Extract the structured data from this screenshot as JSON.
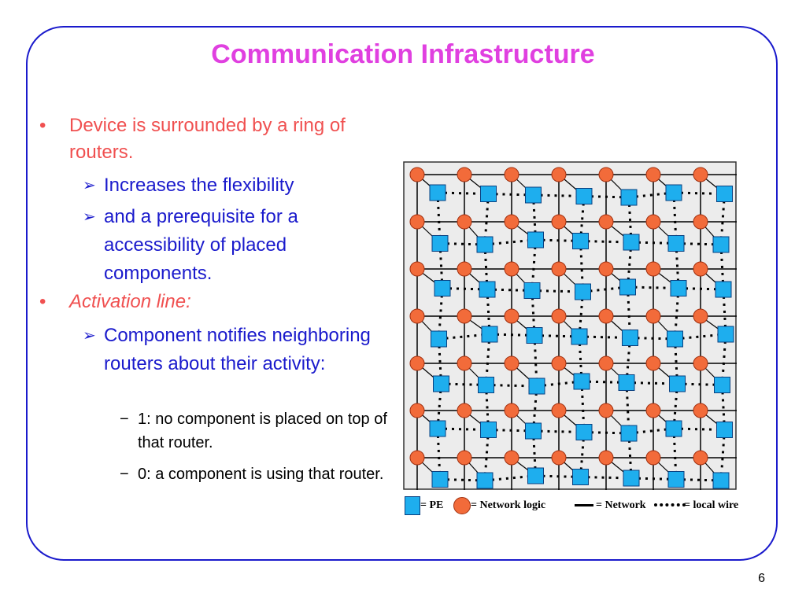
{
  "slide": {
    "title": "Communication Infrastructure",
    "page_number": "6",
    "bullets": [
      {
        "level": 1,
        "marker": "•",
        "text": "Device is surrounded by a ring of routers.",
        "italic": false
      },
      {
        "level": 2,
        "marker": "➢",
        "text": "Increases the flexibility"
      },
      {
        "level": 2,
        "marker": "➢",
        "text": "and a prerequisite for a accessibility of placed components."
      },
      {
        "level": 1,
        "marker": "•",
        "text": "Activation line:",
        "italic": true
      },
      {
        "level": 2,
        "marker": "➢",
        "text": "Component notifies neighboring routers about their activity:"
      },
      {
        "level": 3,
        "marker": "−",
        "text": "1: no component is placed on top of that router."
      },
      {
        "level": 3,
        "marker": "−",
        "text": "0: a component is using that router."
      }
    ]
  },
  "diagram": {
    "grid_size": 7,
    "colors": {
      "pe": "#1eaeee",
      "network_logic": "#f26b3a",
      "network": "#000000",
      "background": "#ececec"
    },
    "legend": {
      "pe": "= PE",
      "network_logic": "= Network logic",
      "network": "= Network",
      "local_wire": "= local wire"
    }
  }
}
